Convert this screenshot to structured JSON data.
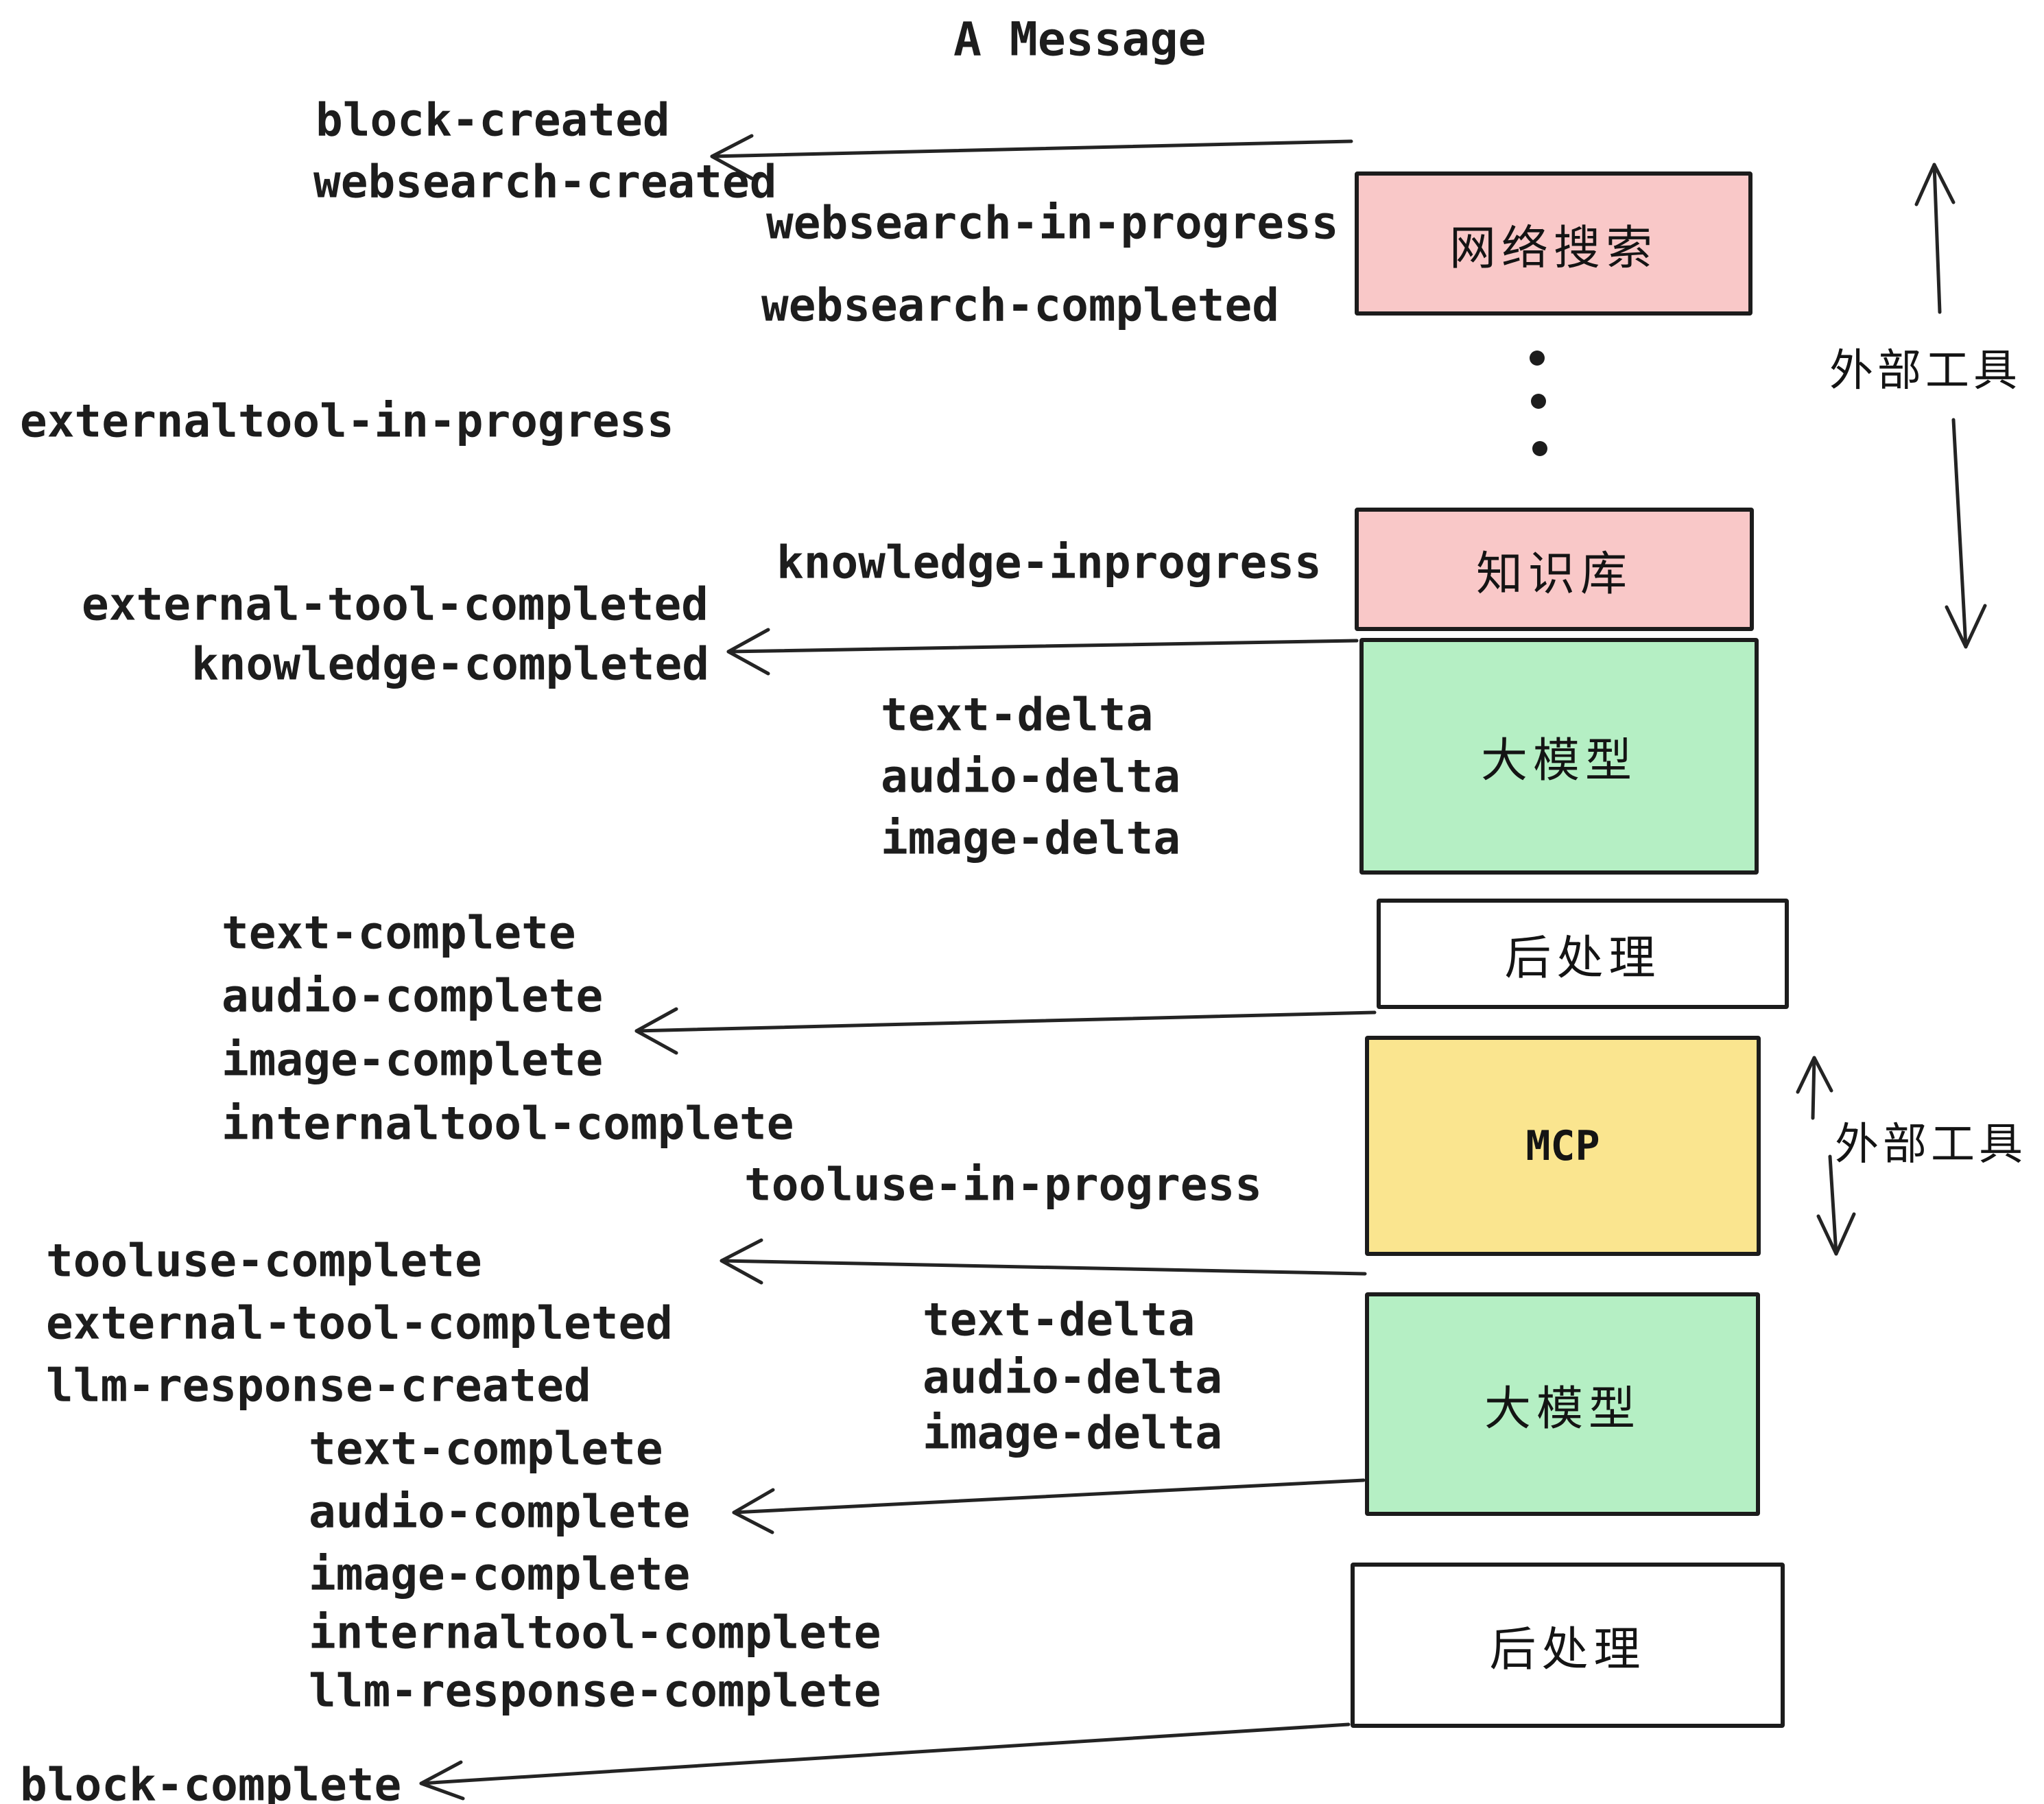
{
  "title": "A Message",
  "colors": {
    "pink": "#f9c8c8",
    "green": "#b5efc4",
    "yellow": "#fae58f",
    "white": "#ffffff",
    "line": "#242424",
    "text": "#1d1d1d",
    "background": "#ffffff"
  },
  "boxes": [
    {
      "label": "网络搜索",
      "color": "#f9c8c8"
    },
    {
      "label": "知识库",
      "color": "#f9c8c8"
    },
    {
      "label": "大模型",
      "color": "#b5efc4"
    },
    {
      "label": "后处理",
      "color": "#ffffff"
    },
    {
      "label": "MCP",
      "color": "#fae58f"
    },
    {
      "label": "大模型",
      "color": "#b5efc4"
    },
    {
      "label": "后处理",
      "color": "#ffffff"
    }
  ],
  "side_labels": [
    {
      "text": "外部工具"
    },
    {
      "text": "外部工具"
    }
  ],
  "events": [
    "block-created",
    "websearch-created",
    "websearch-in-progress",
    "websearch-completed",
    "externaltool-in-progress",
    "knowledge-inprogress",
    "external-tool-completed",
    "knowledge-completed",
    "text-delta",
    "audio-delta",
    "image-delta",
    "text-complete",
    "audio-complete",
    "image-complete",
    "internaltool-complete",
    "tooluse-in-progress",
    "tooluse-complete",
    "external-tool-completed",
    "llm-response-created",
    "text-complete",
    "audio-complete",
    "image-complete",
    "internaltool-complete",
    "llm-response-complete",
    "block-complete",
    "text-delta",
    "audio-delta",
    "image-delta"
  ]
}
